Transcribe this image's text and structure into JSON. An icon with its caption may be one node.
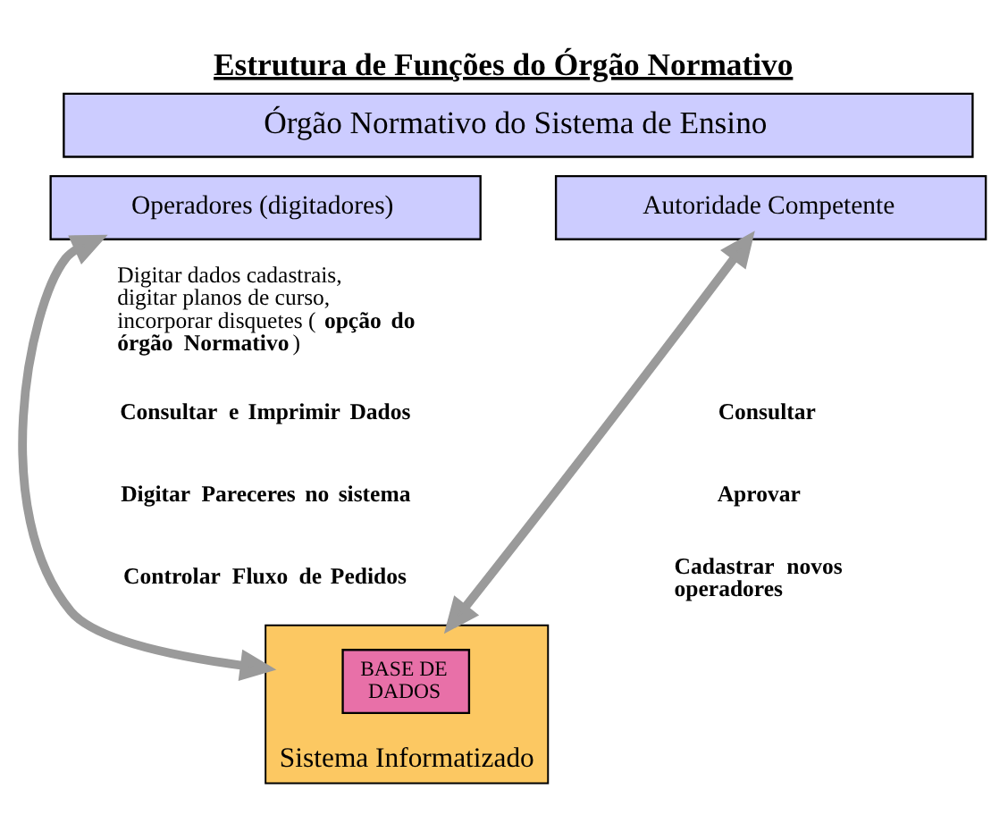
{
  "diagram": {
    "title": "Estrutura de Funções do Órgão Normativo",
    "nodes": [
      {
        "text": [
          "Órgão Normativo do Sistema de Ensino"
        ]
      },
      {
        "text": [
          "Operadores (digitadores)"
        ]
      },
      {
        "text": [
          "Autoridade Competente"
        ]
      },
      {
        "text": [
          "Sistema Informatizado"
        ]
      },
      {
        "text": [
          "BASE DE DADOS"
        ],
        "in": 3
      }
    ],
    "edges": [
      {
        "from": 1,
        "to": 3,
        "arrow": "both"
      },
      {
        "from": 2,
        "to": 3,
        "arrow": "both"
      }
    ],
    "labels": [
      "Digitar dados cadastrais, digitar planos de curso, incorporar disquetes (**opção do órgão Normativo**)",
      "Consultar e Imprimir Dados",
      "Digitar Pareceres no sistema",
      "Controlar Fluxo de Pedidos",
      "Consultar",
      "Aprovar",
      "Cadastrar novos operadores"
    ]
  }
}
